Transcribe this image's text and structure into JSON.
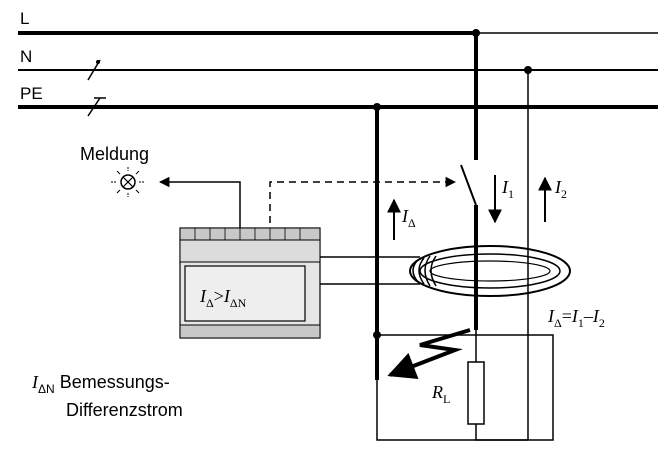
{
  "lines": {
    "l": "L",
    "n": "N",
    "pe": "PE"
  },
  "labels": {
    "meldung": "Meldung",
    "i1": "I",
    "i1_sub": "1",
    "i2": "I",
    "i2_sub": "2",
    "idelta": "I",
    "idelta_sub": "Δ",
    "condition_i1": "I",
    "condition_sub1": "Δ",
    "condition_gt": ">",
    "condition_i2": "I",
    "condition_sub2": "ΔN",
    "eq_i": "I",
    "eq_sub": "Δ",
    "eq_equals": "=",
    "eq_i1": "I",
    "eq_sub1": "1",
    "eq_minus": "–",
    "eq_i2": "I",
    "eq_sub2": "2",
    "rl": "R",
    "rl_sub": "L",
    "ian_i": "I",
    "ian_sub": "ΔN",
    "ian_text": " Bemessungs-",
    "ian_text2": "Differenzstrom"
  },
  "colors": {
    "line": "#000000",
    "device_fill": "#e6e6e6",
    "device_shade": "#c8c8c8",
    "background": "#ffffff"
  },
  "icons": [
    "signal-lamp-icon",
    "arrow-icon"
  ]
}
